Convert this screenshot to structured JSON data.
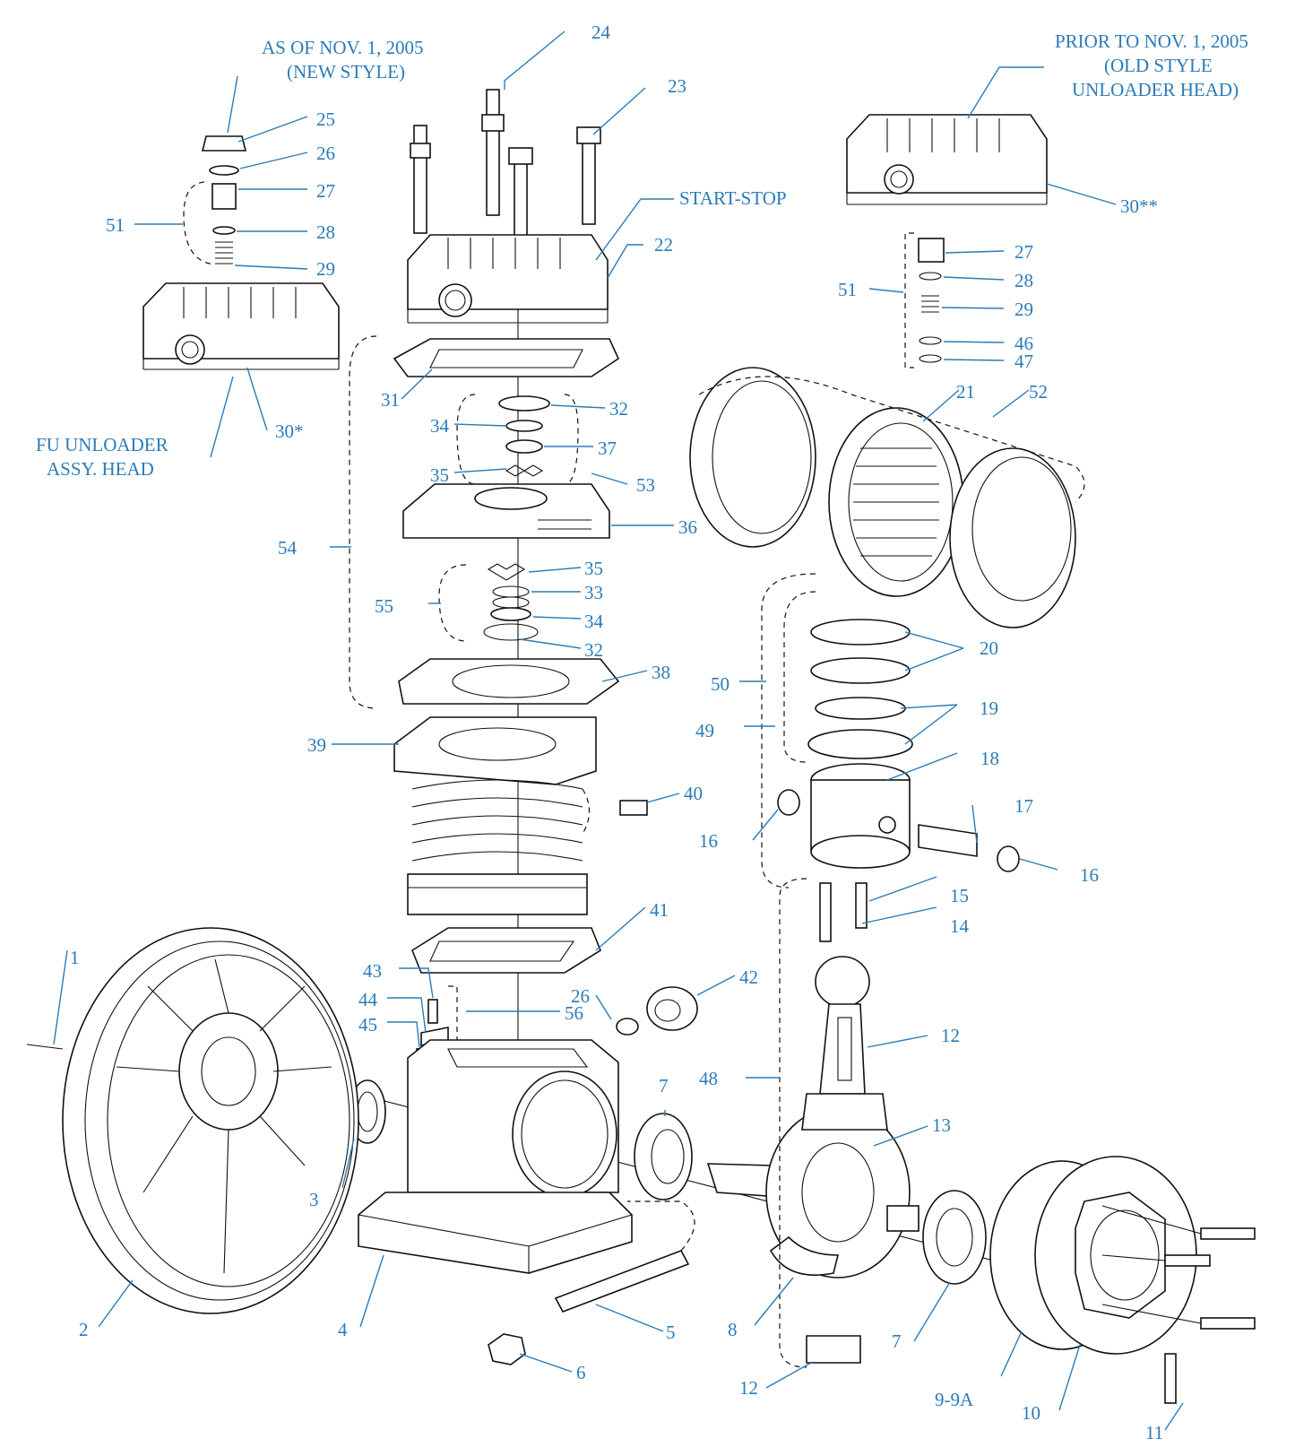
{
  "notes": {
    "new_style": [
      "AS OF NOV. 1, 2005",
      "(NEW STYLE)"
    ],
    "old_style": [
      "PRIOR TO NOV. 1, 2005",
      "(OLD STYLE",
      "UNLOADER HEAD)"
    ],
    "fu_unloader": [
      "FU UNLOADER",
      "ASSY. HEAD"
    ],
    "start_stop": "START-STOP"
  },
  "callouts": [
    "1",
    "2",
    "3",
    "4",
    "5",
    "6",
    "7",
    "7",
    "8",
    "9-9A",
    "10",
    "11",
    "12",
    "12",
    "13",
    "14",
    "15",
    "16",
    "16",
    "17",
    "18",
    "19",
    "20",
    "21",
    "22",
    "23",
    "24",
    "25",
    "26",
    "26",
    "27",
    "27",
    "28",
    "28",
    "29",
    "29",
    "30*",
    "30**",
    "31",
    "32",
    "32",
    "33",
    "34",
    "34",
    "35",
    "35",
    "36",
    "37",
    "38",
    "39",
    "40",
    "41",
    "42",
    "43",
    "44",
    "45",
    "46",
    "47",
    "48",
    "49",
    "50",
    "51",
    "51",
    "52",
    "53",
    "54",
    "55",
    "56"
  ],
  "colors": {
    "label": "#2b7bb9",
    "line": "#111111",
    "paper": "#ffffff"
  }
}
